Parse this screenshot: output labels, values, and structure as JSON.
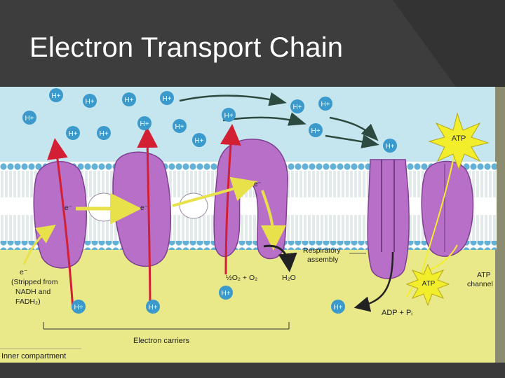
{
  "slide": {
    "title": "Electron Transport Chain"
  },
  "diagram": {
    "proton_label": "H+",
    "electron_label": "e⁻",
    "atp_label": "ATP",
    "labels": {
      "respiratory_assembly_line1": "Respiratory",
      "respiratory_assembly_line2": "assembly",
      "electron_source_line1": "e⁻",
      "electron_source_line2": "(Stripped from",
      "electron_source_line3": "NADH and",
      "electron_source_line4": "FADH₂)",
      "oxygen_reaction_left": "½O₂ + O₂",
      "oxygen_reaction_right": "H₂O",
      "atp_channel_line1": "ATP",
      "atp_channel_line2": "channel",
      "adp_reaction": "ADP + Pᵢ",
      "electron_carriers": "Electron carriers",
      "inner_compartment": "Inner compartment"
    },
    "colors": {
      "outer_space": "#c6e6ef",
      "inner_matrix": "#eae98a",
      "lipid_head": "#63b1d6",
      "protein": "#b76fc8",
      "proton": "#3b9acb",
      "electron_arrow": "#e8e14a",
      "proton_arrow": "#d21f34",
      "atp_star": "#f3ee2c",
      "slide_background": "#3d3d3d"
    }
  }
}
